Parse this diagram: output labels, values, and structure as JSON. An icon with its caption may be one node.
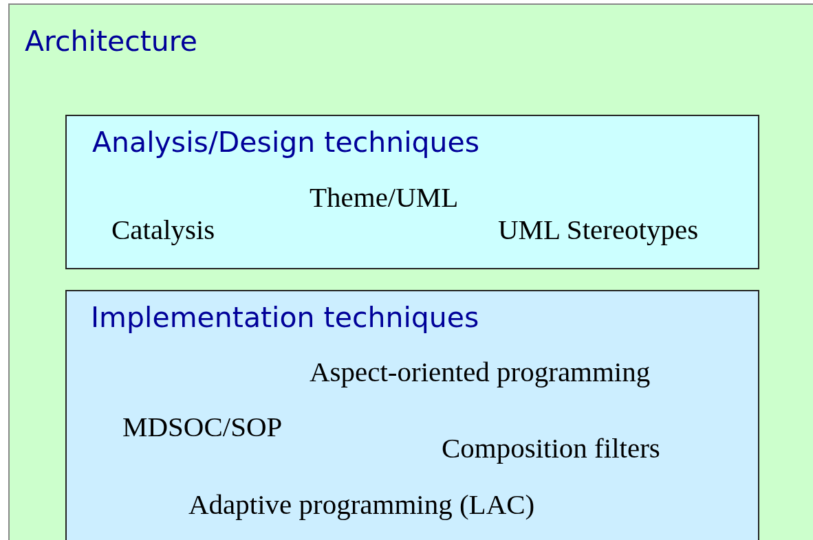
{
  "diagram": {
    "nodes": [
      {
        "text": [
          "Architecture"
        ]
      },
      {
        "text": [
          "Analysis/Design techniques",
          "Theme/UML",
          "Catalysis",
          "UML Stereotypes"
        ],
        "in": 0
      },
      {
        "text": [
          "Implementation techniques",
          "Aspect-oriented programming",
          "MDSOC/SOP",
          "Composition filters",
          "Adaptive programming (LAC)"
        ],
        "in": 0
      }
    ]
  }
}
